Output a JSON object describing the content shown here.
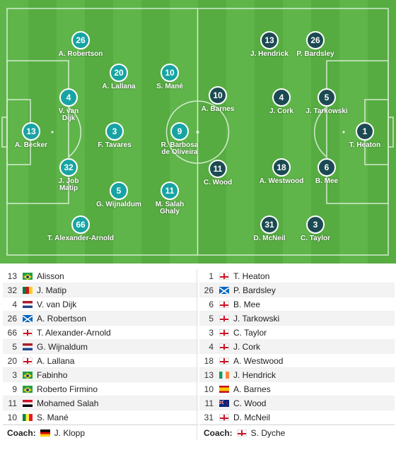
{
  "home": {
    "color": "#18a3a3",
    "pitch_players": [
      {
        "number": "13",
        "name": "A. Becker"
      },
      {
        "number": "26",
        "name": "A. Robertson"
      },
      {
        "number": "4",
        "name": "V. van\nDijk"
      },
      {
        "number": "32",
        "name": "J. Job\nMatip"
      },
      {
        "number": "66",
        "name": "T. Alexander-Arnold"
      },
      {
        "number": "20",
        "name": "A. Lallana"
      },
      {
        "number": "3",
        "name": "F. Tavares"
      },
      {
        "number": "5",
        "name": "G. Wijnaldum"
      },
      {
        "number": "10",
        "name": "S. Mané"
      },
      {
        "number": "9",
        "name": "R. Barbosa\nde Oliveira"
      },
      {
        "number": "11",
        "name": "M. Salah\nGhaly"
      }
    ],
    "lineup": [
      {
        "number": "13",
        "flag": "brazil",
        "name": "Alisson"
      },
      {
        "number": "32",
        "flag": "cameroon",
        "name": "J. Matip"
      },
      {
        "number": "4",
        "flag": "netherlands",
        "name": "V. van Dijk"
      },
      {
        "number": "26",
        "flag": "scotland",
        "name": "A. Robertson"
      },
      {
        "number": "66",
        "flag": "england",
        "name": "T. Alexander-Arnold"
      },
      {
        "number": "5",
        "flag": "netherlands",
        "name": "G. Wijnaldum"
      },
      {
        "number": "20",
        "flag": "england",
        "name": "A. Lallana"
      },
      {
        "number": "3",
        "flag": "brazil",
        "name": "Fabinho"
      },
      {
        "number": "9",
        "flag": "brazil",
        "name": "Roberto Firmino"
      },
      {
        "number": "11",
        "flag": "egypt",
        "name": "Mohamed Salah"
      },
      {
        "number": "10",
        "flag": "senegal",
        "name": "S. Mané"
      }
    ],
    "coach": {
      "label": "Coach:",
      "flag": "germany",
      "name": "J. Klopp"
    }
  },
  "away": {
    "color": "#1c4a52",
    "pitch_players": [
      {
        "number": "1",
        "name": "T. Heaton"
      },
      {
        "number": "26",
        "name": "P. Bardsley"
      },
      {
        "number": "5",
        "name": "J. Tarkowski"
      },
      {
        "number": "6",
        "name": "B. Mee"
      },
      {
        "number": "13",
        "name": "J. Hendrick"
      },
      {
        "number": "4",
        "name": "J. Cork"
      },
      {
        "number": "18",
        "name": "A. Westwood"
      },
      {
        "number": "3",
        "name": "C. Taylor"
      },
      {
        "number": "10",
        "name": "A. Barnes"
      },
      {
        "number": "11",
        "name": "C. Wood"
      },
      {
        "number": "31",
        "name": "D. McNeil"
      }
    ],
    "lineup": [
      {
        "number": "1",
        "flag": "england",
        "name": "T. Heaton"
      },
      {
        "number": "26",
        "flag": "scotland",
        "name": "P. Bardsley"
      },
      {
        "number": "6",
        "flag": "england",
        "name": "B. Mee"
      },
      {
        "number": "5",
        "flag": "england",
        "name": "J. Tarkowski"
      },
      {
        "number": "3",
        "flag": "england",
        "name": "C. Taylor"
      },
      {
        "number": "4",
        "flag": "england",
        "name": "J. Cork"
      },
      {
        "number": "18",
        "flag": "england",
        "name": "A. Westwood"
      },
      {
        "number": "13",
        "flag": "ireland",
        "name": "J. Hendrick"
      },
      {
        "number": "10",
        "flag": "spain",
        "name": "A. Barnes"
      },
      {
        "number": "11",
        "flag": "new-zealand",
        "name": "C. Wood"
      },
      {
        "number": "31",
        "flag": "england",
        "name": "D. McNeil"
      }
    ],
    "coach": {
      "label": "Coach:",
      "flag": "england",
      "name": "S. Dyche"
    }
  }
}
